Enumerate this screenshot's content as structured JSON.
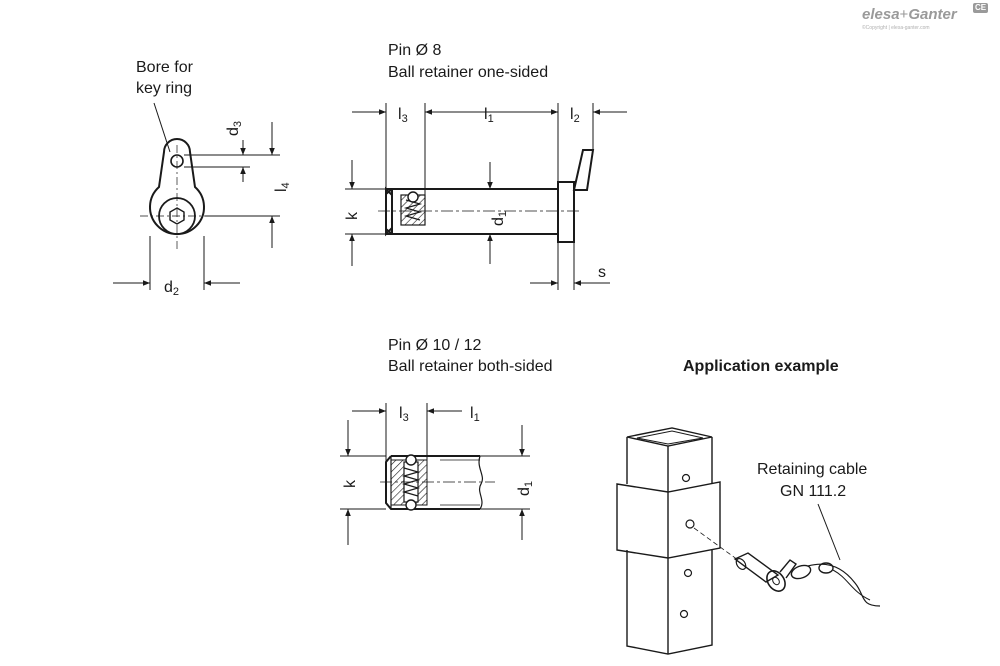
{
  "logo": {
    "brand_a": "elesa",
    "plus": "+",
    "brand_b": "Ganter",
    "copyright": "©Copyright | elesa-ganter.com",
    "badge": "CE"
  },
  "labels": {
    "bore_line1": "Bore for",
    "bore_line2": "key ring",
    "pin8_line1": "Pin Ø 8",
    "pin8_line2": "Ball retainer one-sided",
    "pin1012_line1": "Pin Ø 10 / 12",
    "pin1012_line2": "Ball retainer both-sided",
    "application": "Application example",
    "cable_line1": "Retaining cable",
    "cable_line2": "GN 111.2"
  },
  "dims": {
    "d3": {
      "base": "d",
      "sub": "3"
    },
    "l4": {
      "base": "l",
      "sub": "4"
    },
    "d2": {
      "base": "d",
      "sub": "2"
    },
    "l3": {
      "base": "l",
      "sub": "3"
    },
    "l1": {
      "base": "l",
      "sub": "1"
    },
    "l2": {
      "base": "l",
      "sub": "2"
    },
    "k": "k",
    "d1": {
      "base": "d",
      "sub": "1"
    },
    "s": "s"
  },
  "colors": {
    "line": "#1a1a1a",
    "hatch": "#1a1a1a",
    "logo": "#9a9a9a"
  }
}
